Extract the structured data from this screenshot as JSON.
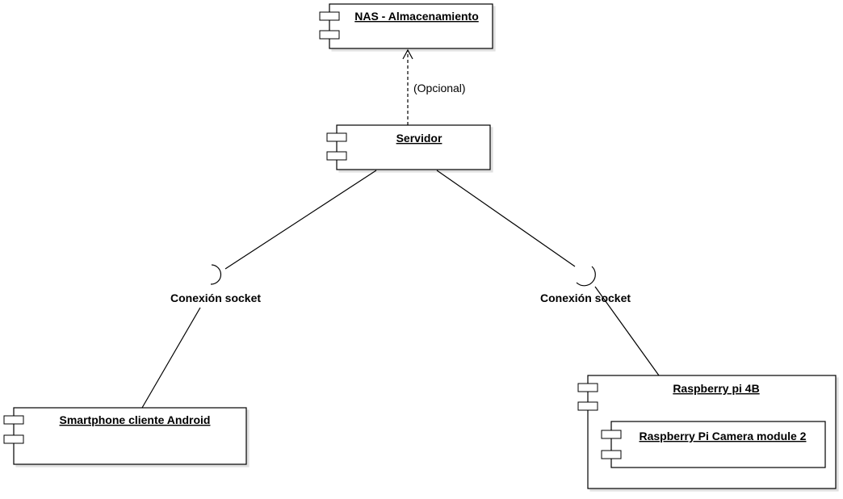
{
  "components": {
    "nas": "NAS - Almacenamiento",
    "servidor": "Servidor",
    "smartphone": "Smartphone cliente Android",
    "raspberry": "Raspberry pi 4B",
    "camera": "Raspberry Pi Camera module 2"
  },
  "edges": {
    "optional": "(Opcional)",
    "socket_left": "Conexión socket",
    "socket_right": "Conexión socket"
  }
}
